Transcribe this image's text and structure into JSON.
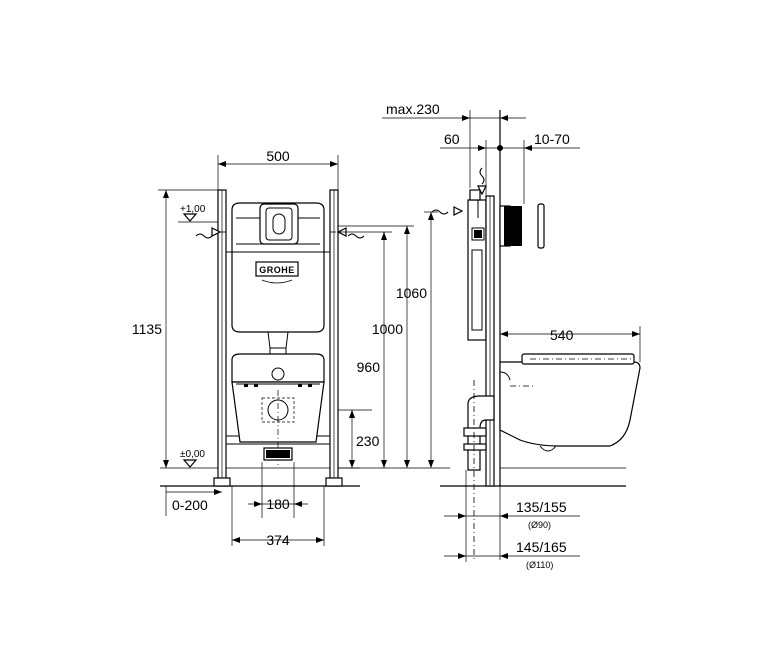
{
  "front_view": {
    "width_frame": "500",
    "height_frame": "1135",
    "height_1060": "1060",
    "height_1000": "1000",
    "height_960": "960",
    "height_230": "230",
    "level_top": "+1,00",
    "level_zero": "±0,00",
    "adjust_range": "0-200",
    "width_180": "180",
    "width_374": "374",
    "logo_text": "GROHE"
  },
  "side_view": {
    "max_depth": "max.230",
    "depth_60": "60",
    "range_10_70": "10-70",
    "length_540": "540",
    "pipe_small": "135/155",
    "pipe_small_diameter": "(Ø90)",
    "pipe_large": "145/165",
    "pipe_large_diameter": "(Ø110)"
  }
}
